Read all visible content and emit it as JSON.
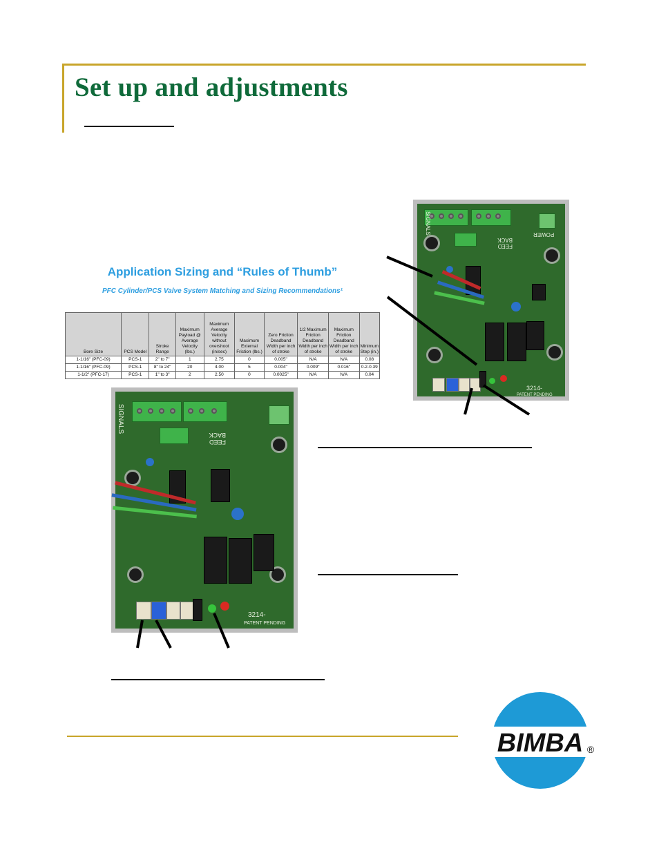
{
  "page": {
    "title": "Set up and adjustments"
  },
  "application_table": {
    "title": "Application Sizing and “Rules of Thumb”",
    "subtitle": "PFC Cylinder/PCS Valve System Matching and Sizing Recommendations¹",
    "columns": [
      "Bore Size",
      "PCS Model",
      "Stroke Range",
      "Maximum Payload @ Average Velocity (lbs.)",
      "Maximum Average Velocity without overshoot (in/sec)",
      "Maximum External Friction (lbs.)",
      "Zero Friction Deadband Width per inch of stroke",
      "1/2 Maximum Friction Deadband Width per inch of stroke",
      "Maximum Friction Deadband Width per inch of stroke",
      "Minimum Step (in.)"
    ],
    "rows": [
      [
        "1-1/16\" (PFC-09)",
        "PCS-1",
        "2\" to 7\"",
        "1",
        "2.75",
        "0",
        "0.005\"",
        "N/A",
        "N/A",
        "0.08"
      ],
      [
        "1-1/16\" (PFC-09)",
        "PCS-1",
        "8\" to 24\"",
        "20",
        "4.00",
        "5",
        "0.004\"",
        "0.009\"",
        "0.016\"",
        "0.2-0.39"
      ],
      [
        "1-1/2\" (PFC-17)",
        "PCS-1",
        "1\" to 3\"",
        "2",
        "2.50",
        "0",
        "0.0025\"",
        "N/A",
        "N/A",
        "0.04"
      ]
    ]
  },
  "pcb_large": {
    "labels": {
      "signals": "SIGNALS",
      "power": "POWER",
      "feed_back": "FEED BACK",
      "board_number": "3214-",
      "patent": "PATENT PENDING"
    }
  },
  "pcb_small": {
    "labels": {
      "signals": "SIGNALS",
      "feed_back": "FEED BACK",
      "board_number": "3214-",
      "patent": "PATENT PENDING"
    }
  },
  "logo": {
    "text": "BIMBA",
    "mark": "®",
    "colors": {
      "blue": "#1e9ad6",
      "black": "#111111",
      "white": "#ffffff"
    }
  },
  "colors": {
    "title": "#0f6a3a",
    "rule": "#c8a52a",
    "table_title": "#2d9ee0"
  }
}
